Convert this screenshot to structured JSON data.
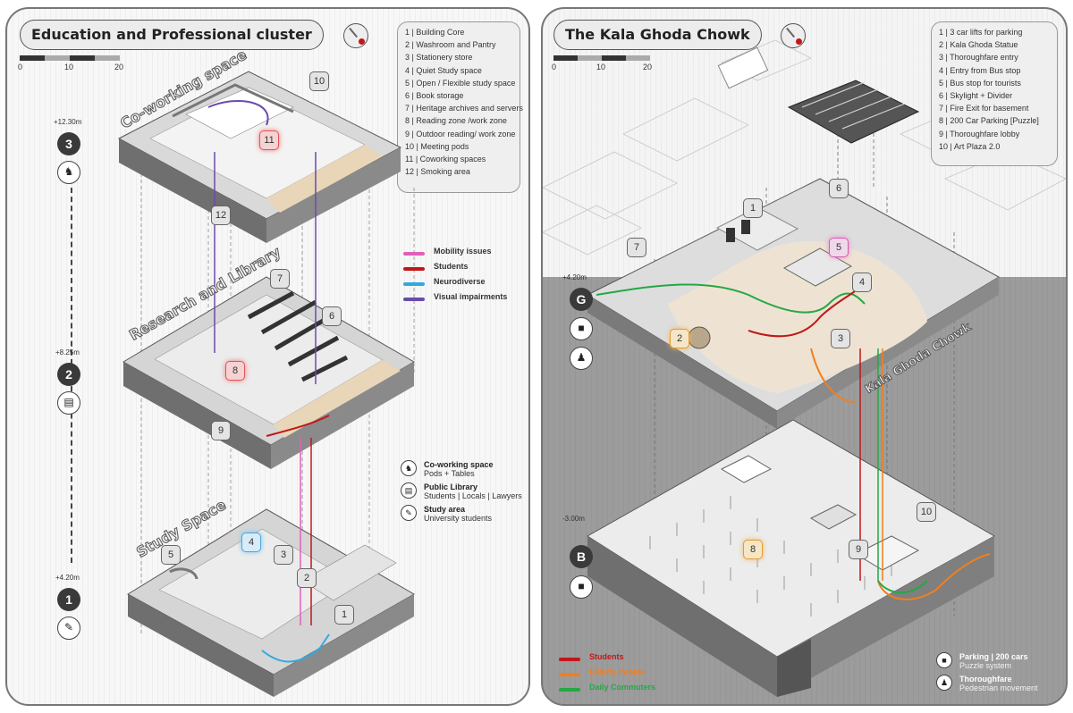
{
  "left_panel": {
    "title": "Education and Professional cluster",
    "scale": {
      "labels": [
        "0",
        "10",
        "20"
      ]
    },
    "legend_items": [
      "1 | Building Core",
      "2 | Washroom and Pantry",
      "3 | Stationery store",
      "4 | Quiet Study space",
      "5 | Open / Flexible study space",
      "6 | Book storage",
      "7 | Heritage archives and servers",
      "8 | Reading zone /work zone",
      "9 | Outdoor reading/ work zone",
      "10 | Meeting pods",
      "11 | Coworking spaces",
      "12 | Smoking area"
    ],
    "floor_labels": {
      "top": "Co-working space",
      "middle": "Research and Library",
      "bottom": "Study Space"
    },
    "levels": [
      {
        "elevation": "+12.30m",
        "badge": "3"
      },
      {
        "elevation": "+8.25m",
        "badge": "2"
      },
      {
        "elevation": "+4.20m",
        "badge": "1"
      }
    ],
    "markers": [
      "1",
      "2",
      "3",
      "4",
      "5",
      "6",
      "7",
      "8",
      "9",
      "10",
      "11",
      "12"
    ],
    "user_key": [
      {
        "label": "Mobility issues",
        "color": "#e060b8"
      },
      {
        "label": "Students",
        "color": "#c01818"
      },
      {
        "label": "Neurodiverse",
        "color": "#34a8e0"
      },
      {
        "label": "Visual impairments",
        "color": "#6a4ca8"
      }
    ],
    "programs": [
      {
        "title": "Co-working space",
        "sub": "Pods + Tables"
      },
      {
        "title": "Public Library",
        "sub": "Students | Locals | Lawyers"
      },
      {
        "title": "Study area",
        "sub": "University students"
      }
    ]
  },
  "right_panel": {
    "title": "The Kala Ghoda Chowk",
    "scale": {
      "labels": [
        "0",
        "10",
        "20"
      ]
    },
    "legend_items": [
      "1 | 3 car lifts for parking",
      "2 | Kala Ghoda Statue",
      "3 | Thoroughfare entry",
      "4 | Entry from Bus stop",
      "5 | Bus stop for tourists",
      "6 | Skylight + Divider",
      "7 | Fire Exit for basement",
      "8 | 200 Car Parking [Puzzle]",
      "9 | Thoroughfare lobby",
      "10 | Art Plaza 2.0"
    ],
    "road_label": "Kala Ghoda Chowk",
    "levels": [
      {
        "elevation": "+4.20m",
        "badge": "G"
      },
      {
        "elevation": "-3.00m",
        "badge": "B"
      }
    ],
    "markers": [
      "1",
      "2",
      "3",
      "4",
      "5",
      "6",
      "7",
      "8",
      "9",
      "10"
    ],
    "user_key": [
      {
        "label": "Students",
        "color": "#c01818"
      },
      {
        "label": "Elderly People",
        "color": "#ef7f22"
      },
      {
        "label": "Daily Commuters",
        "color": "#25a845"
      }
    ],
    "programs": [
      {
        "title": "Parking | 200 cars",
        "sub": "Puzzle system"
      },
      {
        "title": "Thoroughfare",
        "sub": "Pedestrian movement"
      }
    ]
  }
}
